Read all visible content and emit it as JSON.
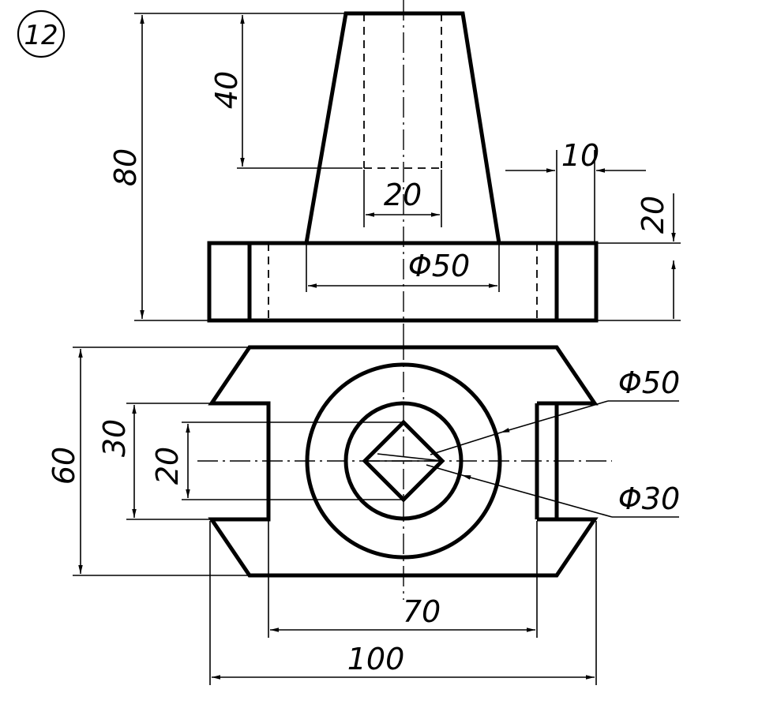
{
  "figure_number": "12",
  "front_view": {
    "dims": {
      "height_total": "80",
      "depth_hole": "40",
      "hole_dia": "20",
      "cone_base_dia": "Φ50",
      "slot_width": "10",
      "base_height": "20"
    }
  },
  "top_view": {
    "dims": {
      "width_total": "60",
      "slot_depth": "30",
      "square_side": "20",
      "outer_circle": "Φ50",
      "inner_circle": "Φ30",
      "inner_width": "70",
      "overall_length": "100"
    }
  }
}
